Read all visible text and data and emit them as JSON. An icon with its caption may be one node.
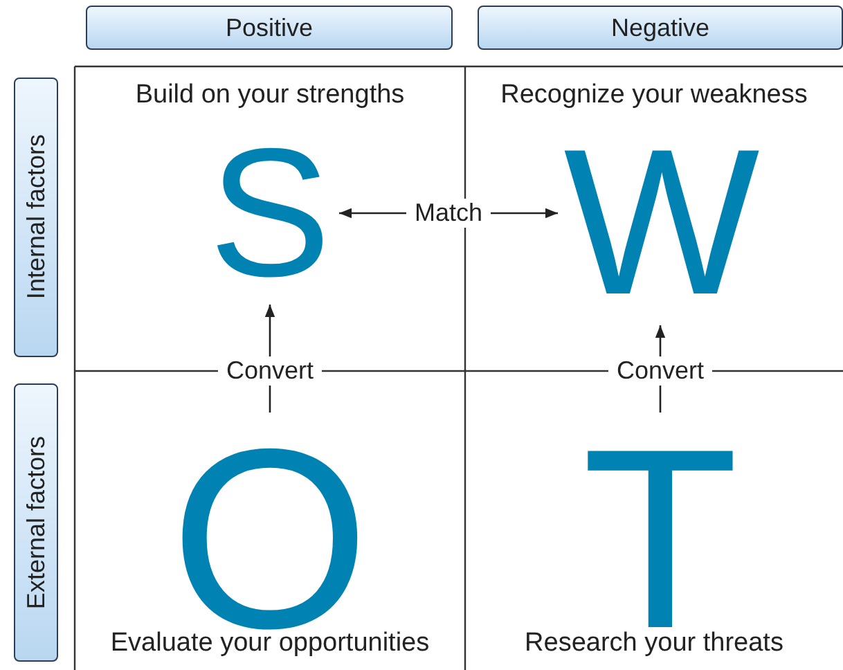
{
  "diagram": {
    "nodes": [
      {
        "text": [
          "Positive"
        ]
      },
      {
        "text": [
          "Negative"
        ]
      },
      {
        "text": [
          "Internal factors"
        ]
      },
      {
        "text": [
          "External factors"
        ]
      },
      {
        "text": [
          "Build on your strengths"
        ]
      },
      {
        "text": [
          "S"
        ],
        "in": 4
      },
      {
        "text": [
          "Recognize your weakness"
        ]
      },
      {
        "text": [
          "W"
        ],
        "in": 6
      },
      {
        "text": [
          "Evaluate your opportunities"
        ]
      },
      {
        "text": [
          "O"
        ],
        "in": 8
      },
      {
        "text": [
          "Research your threats"
        ]
      },
      {
        "text": [
          "T"
        ],
        "in": 10
      }
    ],
    "edges": [
      {
        "from": 5,
        "to": 7,
        "arrow": "both",
        "label": "Match"
      },
      {
        "from": 9,
        "to": 5,
        "arrow": "to",
        "label": "Convert"
      },
      {
        "from": 11,
        "to": 7,
        "arrow": "to",
        "label": "Convert"
      }
    ]
  }
}
